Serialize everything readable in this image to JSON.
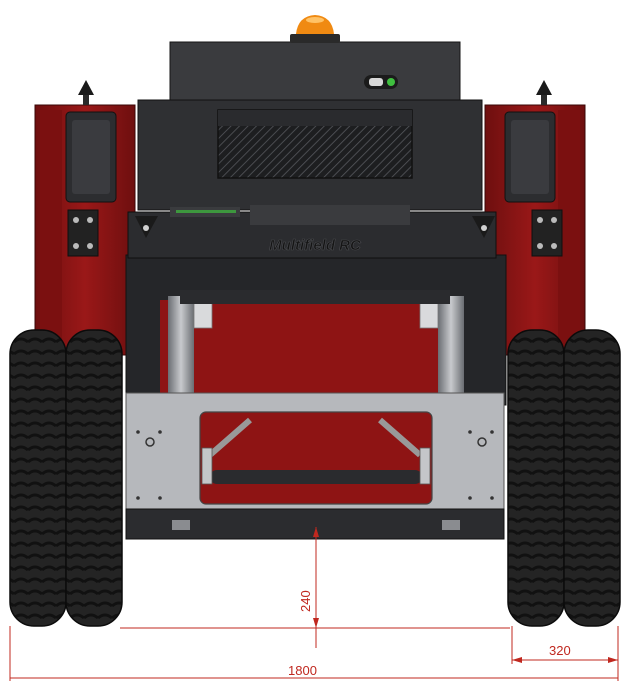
{
  "drawing": {
    "brand_text": "Multifield RC",
    "dimensions": {
      "ground_clearance": "240",
      "overall_width": "1800",
      "track_width": "320"
    }
  },
  "colors": {
    "body_red": "#8e1414",
    "dark_red": "#5a0b0b",
    "chassis_dark": "#2f3033",
    "steel_light": "#b6b8bc",
    "tire_black": "#1c1c1c",
    "beacon_orange": "#f08a12",
    "led_green": "#3fbf3f",
    "dimension_red": "#c0281f"
  }
}
